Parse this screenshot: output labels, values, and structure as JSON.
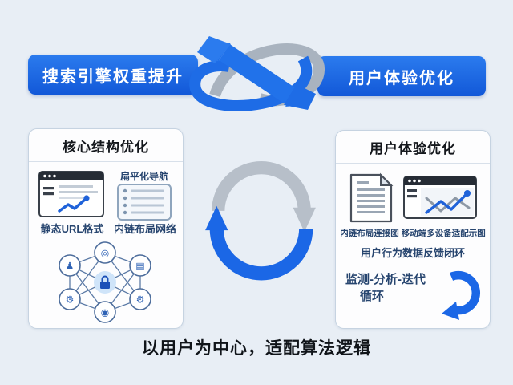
{
  "banners": {
    "left": "搜索引擎权重提升",
    "right": "用户体验优化"
  },
  "left_card": {
    "title": "核心结构优化",
    "nav_label": "扁平化导航",
    "label_left": "静态URL格式",
    "label_right": "内链布局网络"
  },
  "right_card": {
    "title": "用户体验优化",
    "caption": "内链布局连接图 移动端多设备适配示图",
    "feedback": "用户行为数据反馈闭环",
    "loop_line1": "监测-分析-迭代",
    "loop_line2": "循环"
  },
  "bottom_caption": "以用户为中心，适配算法逻辑",
  "icons": {
    "top_center": "exchange-ribbon",
    "middle": "cycle-arrows",
    "left_card": [
      "browser-analytics",
      "flat-nav-list",
      "link-network-graph"
    ],
    "right_card": [
      "document",
      "browser-multiline-chart",
      "loop-arrow"
    ]
  },
  "colors": {
    "background": "#e8eef5",
    "accent_blue": "#1e6ce6",
    "banner_blue_top": "#2b7bee",
    "banner_blue_bottom": "#1258d8",
    "cycle_gray": "#b7bfc9",
    "navy_text": "#27456f",
    "title_text": "#14171c",
    "card_border": "#c6d3e1"
  }
}
